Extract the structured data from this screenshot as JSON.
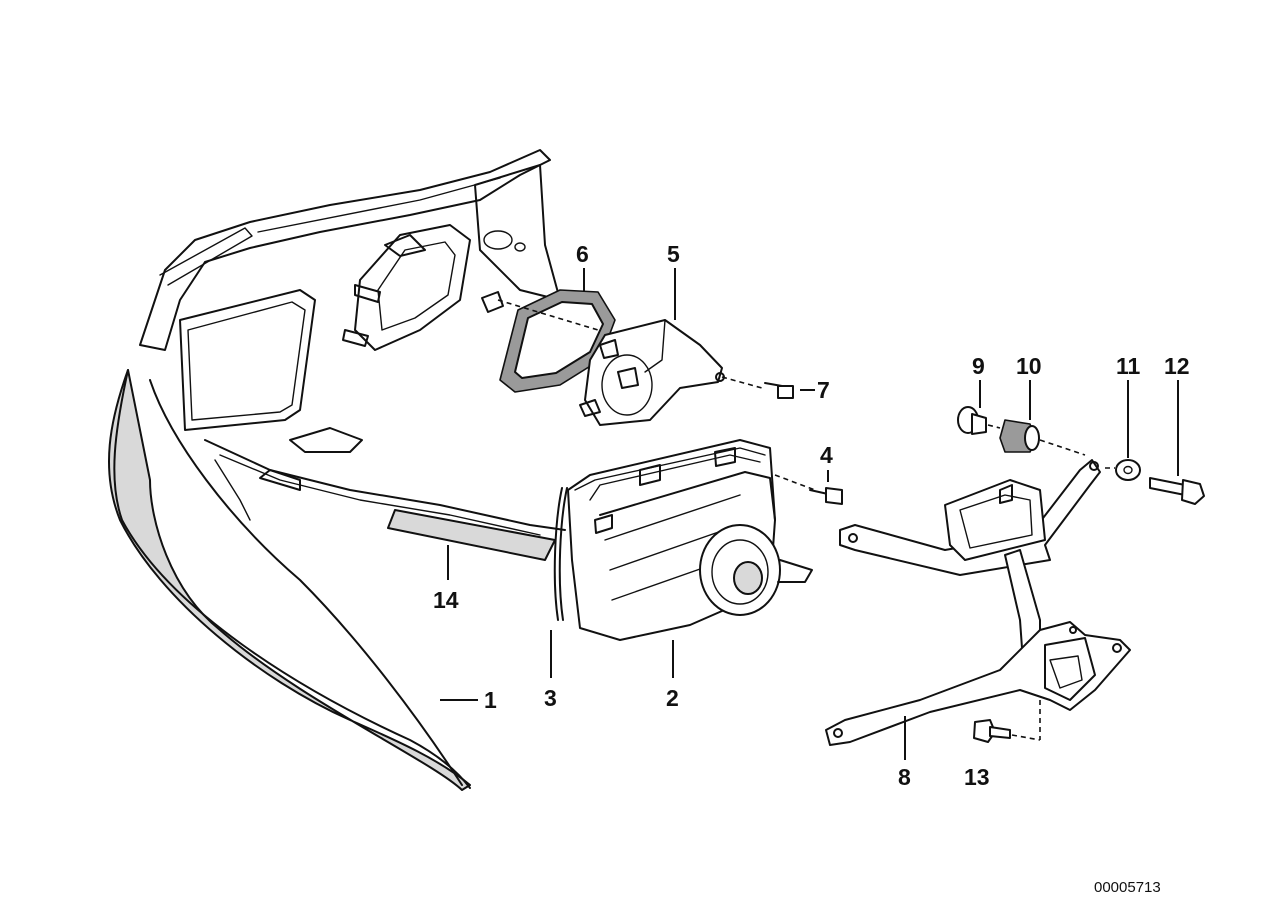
{
  "callouts": [
    {
      "id": "1",
      "label": "1"
    },
    {
      "id": "2",
      "label": "2"
    },
    {
      "id": "3",
      "label": "3"
    },
    {
      "id": "4",
      "label": "4"
    },
    {
      "id": "5",
      "label": "5"
    },
    {
      "id": "6",
      "label": "6"
    },
    {
      "id": "7",
      "label": "7"
    },
    {
      "id": "8",
      "label": "8"
    },
    {
      "id": "9",
      "label": "9"
    },
    {
      "id": "10",
      "label": "10"
    },
    {
      "id": "11",
      "label": "11"
    },
    {
      "id": "12",
      "label": "12"
    },
    {
      "id": "13",
      "label": "13"
    },
    {
      "id": "14",
      "label": "14"
    }
  ],
  "document_number": "00005713",
  "colors": {
    "line": "#111111",
    "shade": "#d9d9d9",
    "dark_shade": "#9a9a9a",
    "background": "#ffffff"
  }
}
